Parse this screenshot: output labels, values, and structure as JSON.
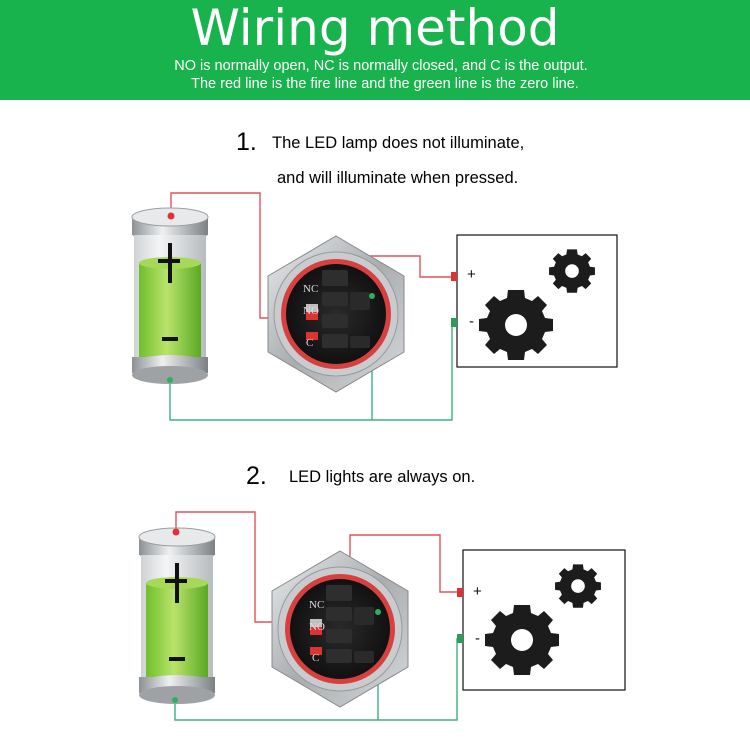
{
  "banner": {
    "title": "Wiring method",
    "line1": "NO is normally open, NC is normally closed, and C is the output.",
    "line2": "The red line is the fire line and the green line is the zero line."
  },
  "step1": {
    "number": "1.",
    "line1": "The LED lamp does not illuminate,",
    "line2": "and will illuminate when pressed."
  },
  "step2": {
    "number": "2.",
    "text": "LED lights are always on."
  },
  "switch_labels": {
    "nc": "NC",
    "no": "NO",
    "c": "C"
  },
  "terminals": {
    "plus": "+",
    "minus": "-"
  },
  "colors": {
    "banner": "#19b34e",
    "fire_line": "#e0525a",
    "zero_line": "#3db07f",
    "battery_fill": "#7cc83a"
  },
  "icons": {
    "load": "gears-icon",
    "power": "battery-icon",
    "switch": "push-button-switch-icon"
  }
}
